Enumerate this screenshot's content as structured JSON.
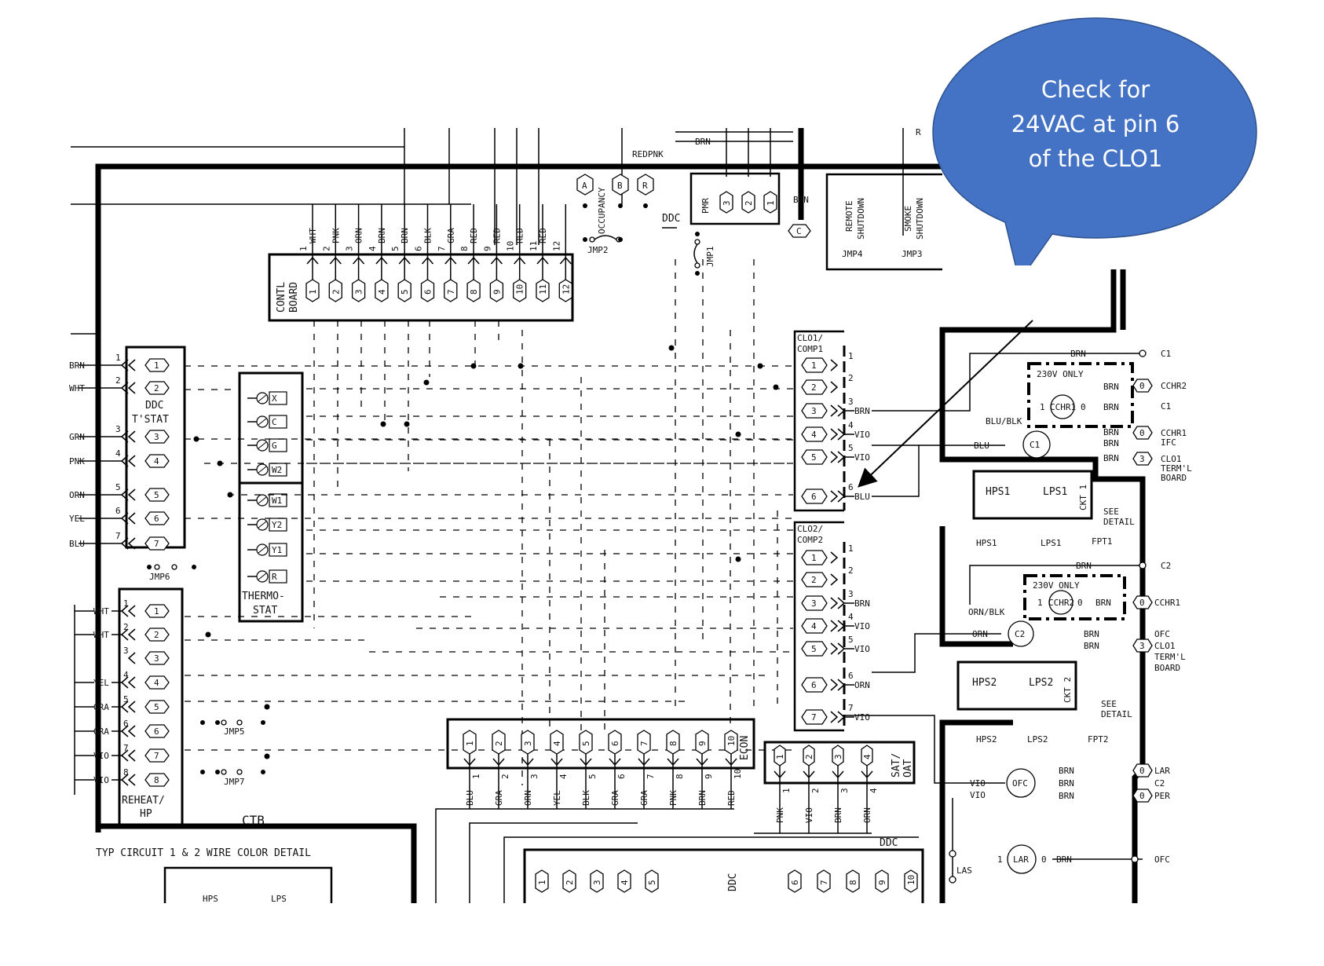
{
  "callout": {
    "lines": [
      "Check for",
      "24VAC at pin 6",
      "of the CLO1"
    ],
    "fill_color": "#4472C4",
    "text_color": "#FFFFFF",
    "target": "CLO1 pin 6 (BLU)"
  },
  "top_labels": {
    "brn_top": "BRN",
    "red_pnk": "REDPNK",
    "brn_vertical": "BRN",
    "c_terminal": "C",
    "ddc_arrow": "DDC",
    "r_partial": "R"
  },
  "contl_board": {
    "title_line1": "CONTL",
    "title_line2": "BOARD",
    "pins": [
      {
        "num": "1",
        "wire": "WHT"
      },
      {
        "num": "2",
        "wire": "PNK"
      },
      {
        "num": "3",
        "wire": "ORN"
      },
      {
        "num": "4",
        "wire": "BRN"
      },
      {
        "num": "5",
        "wire": "BRN"
      },
      {
        "num": "6",
        "wire": "BLK"
      },
      {
        "num": "7",
        "wire": "GRA"
      },
      {
        "num": "8",
        "wire": "RED"
      },
      {
        "num": "9",
        "wire": "RED"
      },
      {
        "num": "10",
        "wire": "RED"
      },
      {
        "num": "11",
        "wire": "RED"
      },
      {
        "num": "12",
        "wire": ""
      }
    ]
  },
  "occupancy": {
    "label": "OCCUPANCY",
    "terminals": [
      "A",
      "B",
      "R"
    ],
    "jumper": "JMP2"
  },
  "jmp1": "JMP1",
  "pmr": {
    "label": "PMR",
    "pins": [
      "3",
      "2",
      "1"
    ]
  },
  "remote_shutdown": {
    "line1": "REMOTE",
    "line2": "SHUTDOWN",
    "jumper": "JMP4"
  },
  "smoke_shutdown": {
    "line1": "SMOKE",
    "line2": "SHUTDOWN",
    "jumper": "JMP3"
  },
  "ddc_tstat": {
    "title_line1": "DDC",
    "title_line2": "T'STAT",
    "pins": [
      {
        "num": "1",
        "wire": "BRN"
      },
      {
        "num": "2",
        "wire": "WHT"
      },
      {
        "num": "3",
        "wire": "GRN"
      },
      {
        "num": "4",
        "wire": "PNK"
      },
      {
        "num": "5",
        "wire": "ORN"
      },
      {
        "num": "6",
        "wire": "YEL"
      },
      {
        "num": "7",
        "wire": "BLU"
      }
    ],
    "jumper": "JMP6"
  },
  "thermostat": {
    "title_line1": "THERMO-",
    "title_line2": "STAT",
    "terminals": [
      "X",
      "C",
      "G",
      "W2",
      "W1",
      "Y2",
      "Y1",
      "R"
    ]
  },
  "reheat_hp": {
    "title_line1": "REHEAT/",
    "title_line2": "HP",
    "pins": [
      {
        "num": "1",
        "wire": "WHT"
      },
      {
        "num": "2",
        "wire": "WHT"
      },
      {
        "num": "3",
        "wire": ""
      },
      {
        "num": "4",
        "wire": "YEL"
      },
      {
        "num": "5",
        "wire": "GRA"
      },
      {
        "num": "6",
        "wire": "GRA"
      },
      {
        "num": "7",
        "wire": "VIO"
      },
      {
        "num": "8",
        "wire": "VIO"
      }
    ],
    "jumpers": [
      "JMP5",
      "JMP7"
    ]
  },
  "ctb_label": "CTB",
  "detail_title": "TYP CIRCUIT 1 & 2 WIRE COLOR DETAIL",
  "detail_box": {
    "hps": "HPS",
    "lps": "LPS"
  },
  "clo1": {
    "title_line1": "CLO1/",
    "title_line2": "COMP1",
    "pins": [
      {
        "num": "1",
        "wire": ""
      },
      {
        "num": "2",
        "wire": ""
      },
      {
        "num": "3",
        "wire": "BRN"
      },
      {
        "num": "4",
        "wire": "VIO"
      },
      {
        "num": "5",
        "wire": "VIO"
      },
      {
        "num": "6",
        "wire": "BLU"
      }
    ]
  },
  "clo2": {
    "title_line1": "CLO2/",
    "title_line2": "COMP2",
    "pins": [
      {
        "num": "1",
        "wire": ""
      },
      {
        "num": "2",
        "wire": ""
      },
      {
        "num": "3",
        "wire": "BRN"
      },
      {
        "num": "4",
        "wire": "VIO"
      },
      {
        "num": "5",
        "wire": "VIO"
      },
      {
        "num": "6",
        "wire": "ORN"
      },
      {
        "num": "7",
        "wire": "VIO"
      }
    ]
  },
  "circuit1": {
    "brn_top": "BRN",
    "c1_right": "C1",
    "only_label": "230V ONLY",
    "cchr": "CCHR1",
    "cchr_pin_in": "1",
    "cchr_pin_out": "0",
    "brn_a": "BRN",
    "brn_b": "BRN",
    "right_labels": [
      "CCHR2",
      "C1",
      "CCHR1",
      "IFC",
      "CLO1",
      "TERM'L",
      "BOARD"
    ],
    "hex_values": [
      "0",
      "0",
      "3"
    ],
    "blu_blk": "BLU/BLK",
    "blu": "BLU",
    "contactor": "C1",
    "brn_c": "BRN",
    "brn_d": "BRN",
    "brn_e": "BRN"
  },
  "ckt1_box": {
    "hps": "HPS1",
    "lps": "LPS1",
    "label": "CKT 1",
    "see": "SEE",
    "detail": "DETAIL"
  },
  "ckt1_switches": {
    "hps": "HPS1",
    "lps": "LPS1",
    "fpt": "FPT1",
    "brn": "BRN",
    "c2": "C2"
  },
  "circuit2": {
    "only_label": "230V ONLY",
    "cchr": "CCHR2",
    "cchr_pin_in": "1",
    "cchr_pin_out": "0",
    "brn_a": "BRN",
    "right_hex": "0",
    "right_label": "CCHR1",
    "orn_blk": "ORN/BLK",
    "orn": "ORN",
    "contactor": "C2",
    "brn_b": "BRN",
    "brn_c": "BRN",
    "ofc": "OFC",
    "hex3": "3",
    "clo1": "CLO1",
    "terml": "TERM'L",
    "board": "BOARD"
  },
  "ckt2_box": {
    "hps": "HPS2",
    "lps": "LPS2",
    "label": "CKT 2",
    "see": "SEE",
    "detail": "DETAIL"
  },
  "ckt2_switches": {
    "hps": "HPS2",
    "lps": "LPS2",
    "fpt": "FPT2"
  },
  "ofc_block": {
    "vio_a": "VIO",
    "vio_b": "VIO",
    "motor": "OFC",
    "brn_a": "BRN",
    "brn_b": "BRN",
    "brn_c": "BRN",
    "hex_a": "0",
    "hex_c": "0",
    "lar_label": "LAR",
    "c2_label": "C2",
    "per_label": "PER"
  },
  "lar_block": {
    "las": "LAS",
    "pin_in": "1",
    "motor": "LAR",
    "pin_out": "0",
    "brn": "BRN",
    "ofc_label": "OFC"
  },
  "econ": {
    "label": "ECON",
    "pins": [
      {
        "num": "1",
        "wire": "BLU"
      },
      {
        "num": "2",
        "wire": "GRA"
      },
      {
        "num": "3",
        "wire": "ORN"
      },
      {
        "num": "4",
        "wire": "YEL"
      },
      {
        "num": "5",
        "wire": "BLK"
      },
      {
        "num": "6",
        "wire": "GRA"
      },
      {
        "num": "7",
        "wire": "GRA"
      },
      {
        "num": "8",
        "wire": "PNK"
      },
      {
        "num": "9",
        "wire": "BRN"
      },
      {
        "num": "10",
        "wire": "RED"
      }
    ]
  },
  "sat_oat": {
    "line1": "SAT/",
    "line2": "OAT",
    "pins": [
      {
        "num": "1",
        "wire": "PNK"
      },
      {
        "num": "2",
        "wire": "VIO"
      },
      {
        "num": "3",
        "wire": "BRN"
      },
      {
        "num": "4",
        "wire": "ORN"
      }
    ]
  },
  "ddc_bottom": {
    "label": "DDC",
    "arrow_label": "DDC",
    "pins_left": [
      "1",
      "2",
      "3",
      "4",
      "5"
    ],
    "pins_right": [
      "6",
      "7",
      "8",
      "9",
      "10"
    ]
  }
}
